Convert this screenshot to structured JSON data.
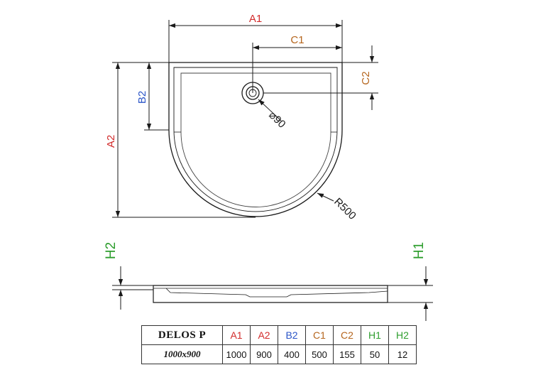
{
  "labels": {
    "a1": "A1",
    "a2": "A2",
    "b2": "B2",
    "c1": "C1",
    "c2": "C2",
    "h1": "H1",
    "h2": "H2",
    "drain": "⌀90",
    "radius": "R500"
  },
  "colors": {
    "a": "#d22b2b",
    "b": "#2b55c8",
    "c": "#b5651d",
    "h": "#2e9e2e",
    "line": "#1a1a1a"
  },
  "table": {
    "model": "DELOS P",
    "size": "1000x900",
    "columns": [
      {
        "key": "A1",
        "color": "#d22b2b",
        "value": "1000"
      },
      {
        "key": "A2",
        "color": "#d22b2b",
        "value": "900"
      },
      {
        "key": "B2",
        "color": "#2b55c8",
        "value": "400"
      },
      {
        "key": "C1",
        "color": "#b5651d",
        "value": "500"
      },
      {
        "key": "C2",
        "color": "#b5651d",
        "value": "155"
      },
      {
        "key": "H1",
        "color": "#2e9e2e",
        "value": "50"
      },
      {
        "key": "H2",
        "color": "#2e9e2e",
        "value": "12"
      }
    ]
  }
}
